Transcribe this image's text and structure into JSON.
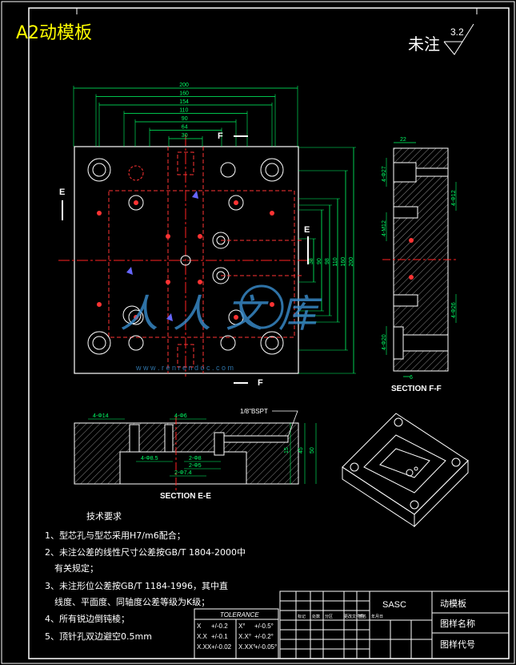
{
  "title": "A2动模板",
  "finish_note": {
    "label": "未注",
    "roughness": "3.2"
  },
  "section_labels": {
    "ff": "SECTION F-F",
    "ee": "SECTION E-E"
  },
  "cut_markers": {
    "e": "E",
    "f": "F"
  },
  "dimensions": {
    "top": [
      "200",
      "160",
      "154",
      "110",
      "90",
      "64",
      "30"
    ],
    "right": [
      "38",
      "90",
      "98",
      "110",
      "160",
      "200"
    ],
    "ff_top": "22",
    "ff_side": [
      "4-Φ27",
      "4-Φ12",
      "4-M12",
      "4-Φ26",
      "4-Φ20"
    ],
    "ff_bottom": "6",
    "ee": [
      "4-Φ14",
      "4-Φ6",
      "4-Φ8.5",
      "2-Φ8",
      "2-Φ5",
      "2-Φ7.4",
      "45",
      "50",
      "15"
    ],
    "ee_thread": "1/8\"BSPT"
  },
  "tech_requirements": {
    "heading": "技术要求",
    "items": [
      "1、型芯孔与型芯采用H7/m6配合；",
      "2、未注公差的线性尺寸公差按GB/T 1804-2000中",
      "有关规定；",
      "3、未注形位公差按GB/T 1184-1996，其中直",
      "线度、平面度、同轴度公差等级为K级；",
      "4、所有锐边倒钝棱；",
      "5、顶针孔双边避空0.5mm"
    ]
  },
  "tolerance": {
    "heading": "TOLERANCE",
    "rows": [
      [
        "X",
        "+/-0.2",
        "X°",
        "+/-0.5°"
      ],
      [
        "X.X",
        "+/-0.1",
        "X.X°",
        "+/-0.2°"
      ],
      [
        "X.XX",
        "+/-0.02",
        "X.XX°",
        "+/-0.05°"
      ]
    ]
  },
  "title_block": {
    "company": "SASC",
    "part_name": "动模板",
    "drawing_name_label": "图样名称",
    "drawing_code_label": "图样代号",
    "small_labels": [
      "标记",
      "处数",
      "分区",
      "更改文件号",
      "签名",
      "年月日"
    ]
  },
  "watermark": {
    "text": "人人文库",
    "url": "w w w . r e n r e n d o c . c o m"
  },
  "colors": {
    "outline": "#ffffff",
    "dimension": "#00ff66",
    "hidden": "#ff3333",
    "centerline": "#ff2222",
    "title": "#ffff00",
    "hatch": "#888888",
    "watermark": "#3a8fd0"
  }
}
